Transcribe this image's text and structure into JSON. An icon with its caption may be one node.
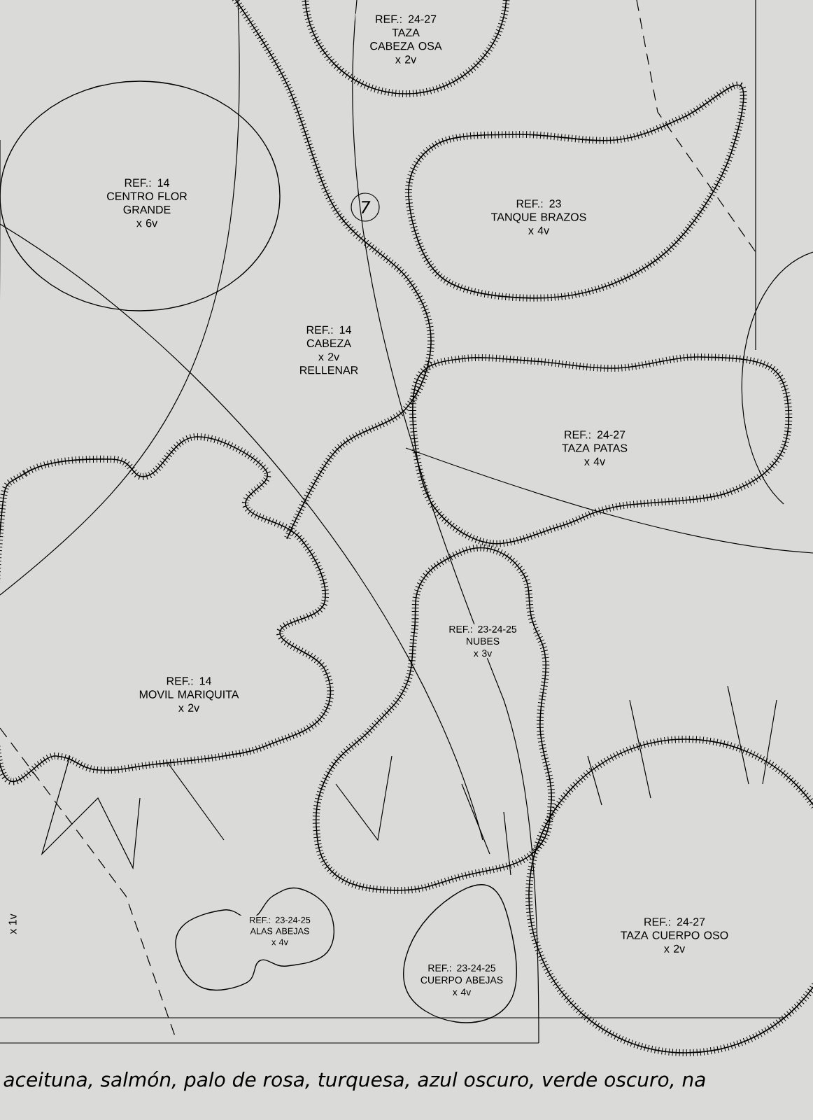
{
  "diagram": {
    "nodes": [
      {
        "text": [
          "REF.: 24-27",
          "TAZA CABEZA OSA",
          "x 2v"
        ]
      },
      {
        "text": [
          "REF.: 14",
          "CENTRO FLOR GRANDE",
          "x 6v"
        ]
      },
      {
        "text": [
          "REF.: 23",
          "TANQUE BRAZOS",
          "x 4v"
        ]
      },
      {
        "text": [
          "REF.: 14",
          "CABEZA",
          "x 2v",
          "RELLENAR"
        ]
      },
      {
        "text": [
          "REF.: 24-27",
          "TAZA PATAS",
          "x 4v"
        ]
      },
      {
        "text": [
          "REF.: 14",
          "MOVIL MARIQUITA",
          "x 2v"
        ]
      },
      {
        "text": [
          "REF.: 23-24-25",
          "NUBES",
          "x 3v"
        ]
      },
      {
        "text": [
          "REF.: 23-24-25",
          "ALAS ABEJAS",
          "x 4v"
        ]
      },
      {
        "text": [
          "REF.: 23-24-25",
          "CUERPO ABEJAS",
          "x 4v"
        ]
      },
      {
        "text": [
          "REF.: 24-27",
          "TAZA CUERPO OSO",
          "x 2v"
        ]
      }
    ],
    "labels": [
      "7",
      "x 1v",
      "aceituna, salmón, palo de rosa, turquesa, azul oscuro, verde oscuro, na"
    ]
  }
}
